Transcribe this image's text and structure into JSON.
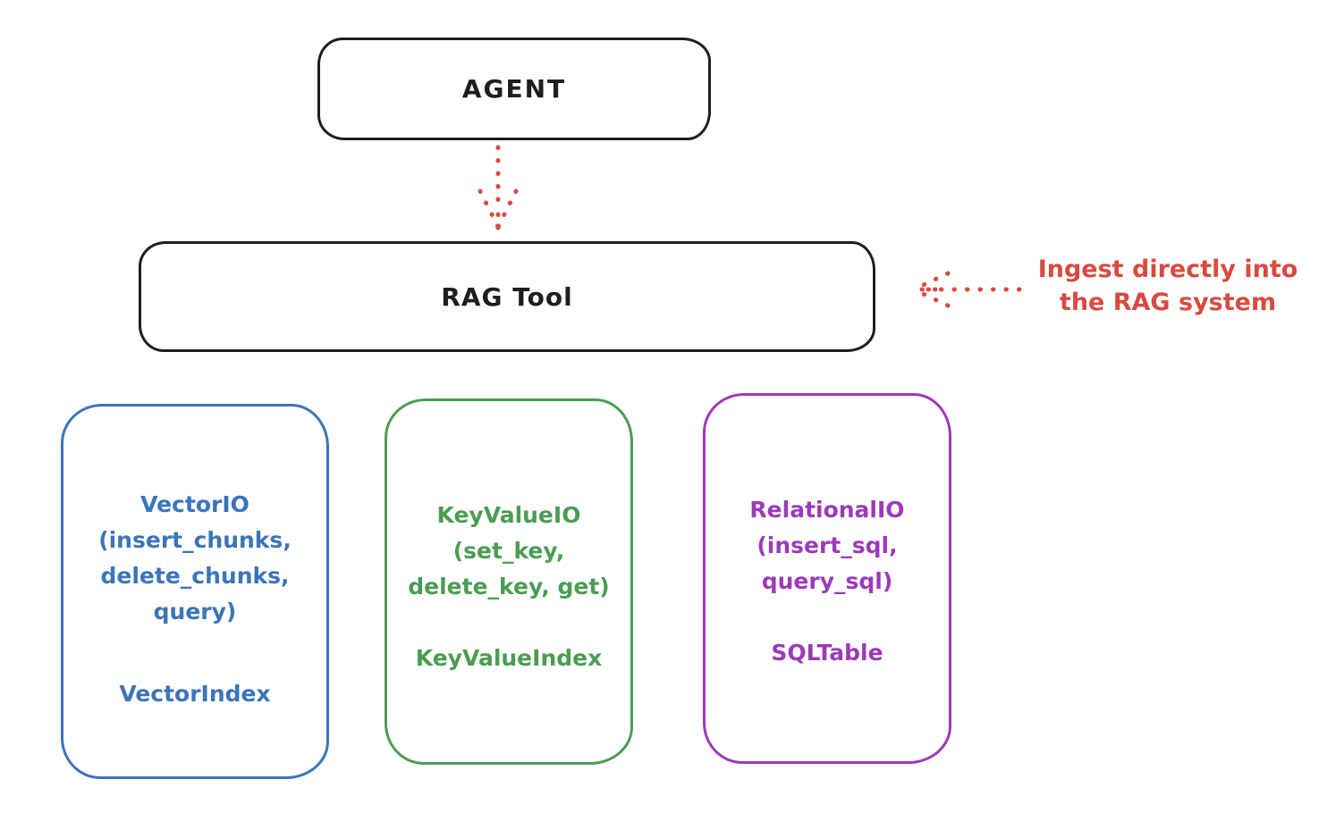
{
  "colors": {
    "ink": "#1e1e1e",
    "red": "#d84a41",
    "blue": "#3b74ba",
    "green": "#4a9d53",
    "purple": "#9c3ab8"
  },
  "agent": {
    "label": "AGENT"
  },
  "rag_tool": {
    "label": "RAG Tool"
  },
  "ingest_note": {
    "text": "Ingest directly into\nthe RAG system"
  },
  "io_boxes": [
    {
      "signature": "VectorIO\n(insert_chunks,\ndelete_chunks,\nquery)",
      "index_label": "VectorIndex",
      "color": "#3b74ba"
    },
    {
      "signature": "KeyValueIO\n(set_key,\ndelete_key, get)",
      "index_label": "KeyValueIndex",
      "color": "#4a9d53"
    },
    {
      "signature": "RelationalIO\n(insert_sql,\nquery_sql)",
      "index_label": "SQLTable",
      "color": "#9c3ab8"
    }
  ],
  "arrows": [
    {
      "name": "agent-to-ragtool-arrow",
      "style": "dotted",
      "color": "#d84a41"
    },
    {
      "name": "ingest-into-rag-arrow",
      "style": "dotted",
      "color": "#d84a41"
    }
  ]
}
